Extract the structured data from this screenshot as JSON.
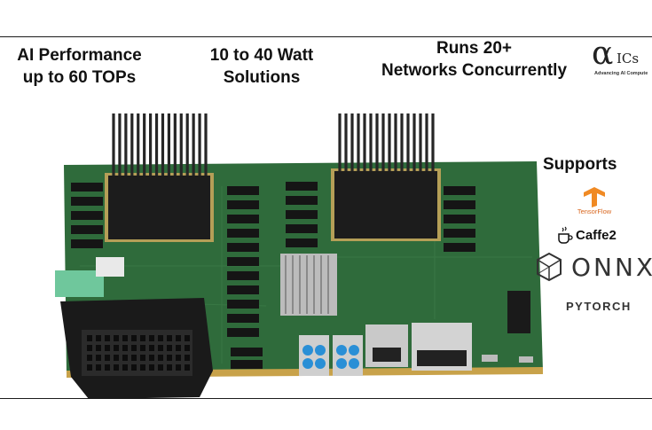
{
  "headlines": {
    "performance": [
      "AI Performance",
      "up to 60 TOPs"
    ],
    "power": [
      "10 to 40 Watt",
      "Solutions"
    ],
    "networks": [
      "Runs 20+",
      "Networks Concurrently"
    ]
  },
  "logo": {
    "alpha": "α",
    "name": "ICs",
    "tagline": "Advancing AI Compute"
  },
  "supports": {
    "title": "Supports",
    "frameworks": [
      "TensorFlow",
      "Caffe2",
      "ONNX",
      "PYTORCH"
    ]
  },
  "colors": {
    "pcb": "#2f6b3b",
    "heatsink": "#1c1c1c",
    "tensorflow": "#f08a24",
    "pytorch": "#e4452b",
    "connector": "#2a8fd6"
  },
  "icons": [
    "tensorflow-icon",
    "caffe2-cup-icon",
    "onnx-icon",
    "pytorch-flame-icon"
  ]
}
